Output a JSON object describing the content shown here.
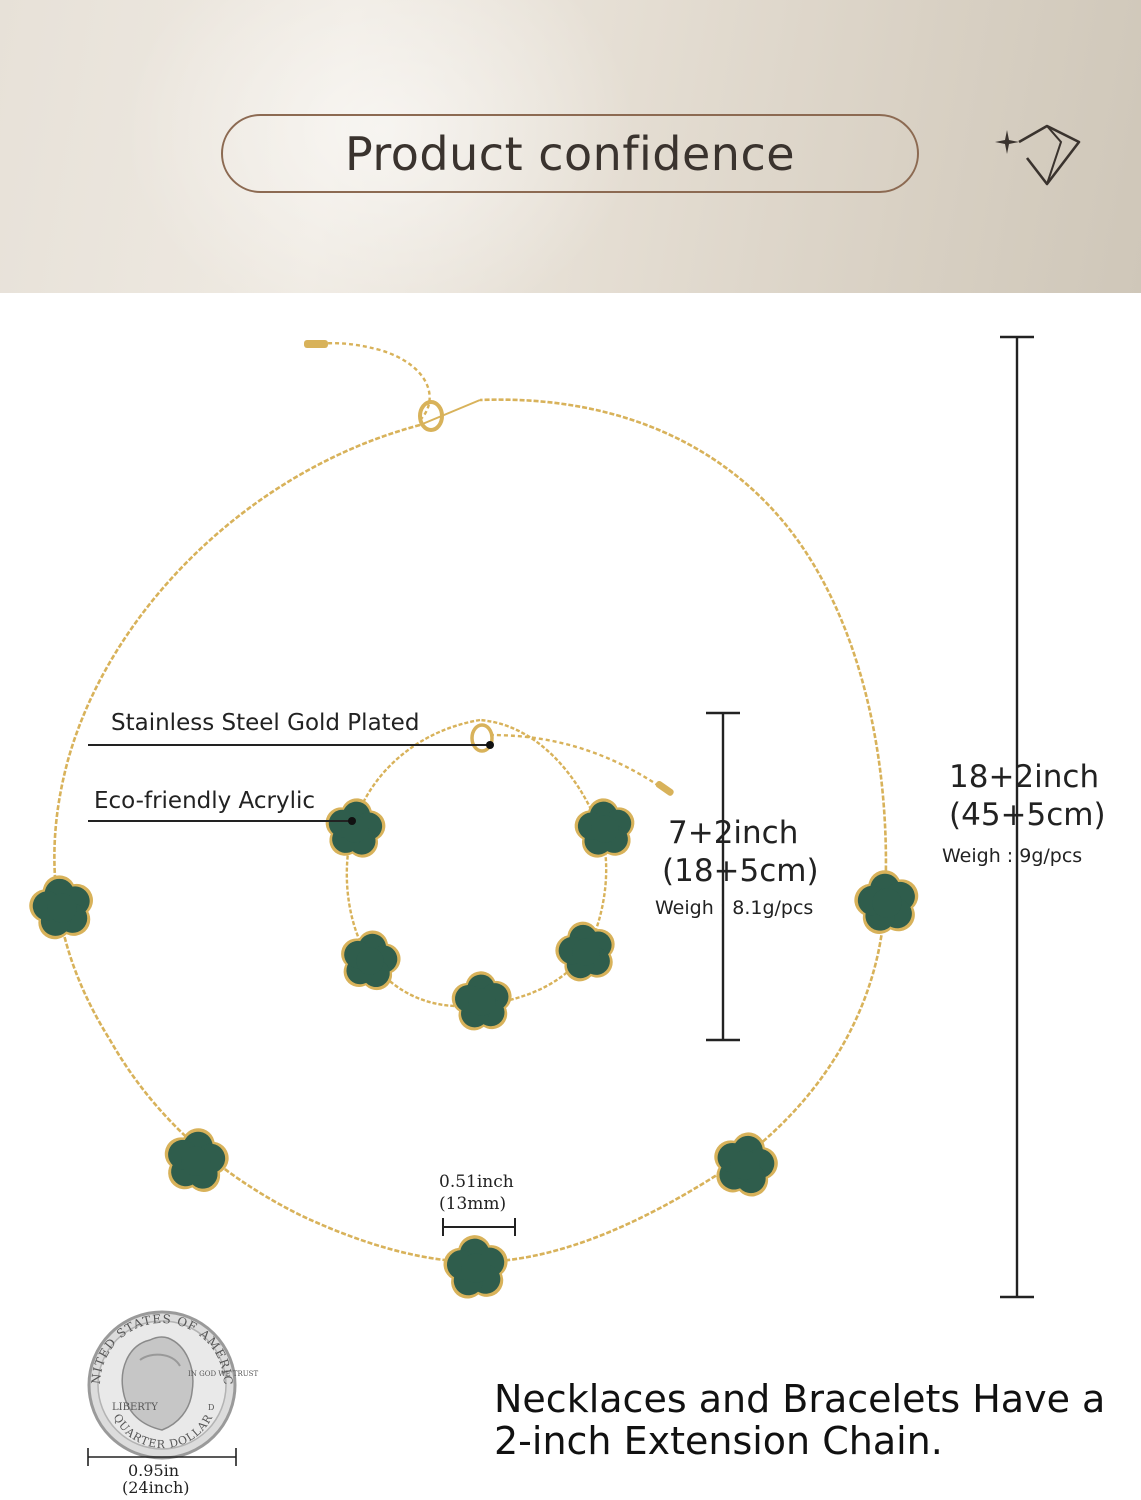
{
  "header": {
    "title": "Product confidence",
    "icon": "diamond-sparkle-icon"
  },
  "callouts": {
    "material_chain": "Stainless Steel Gold Plated",
    "material_charm": "Eco-friendly Acrylic"
  },
  "bracelet": {
    "length_in": "7+2inch",
    "length_cm": "(18+5cm)",
    "weight": "Weigh : 8.1g/pcs"
  },
  "necklace": {
    "length_in": "18+2inch",
    "length_cm": "(45+5cm)",
    "weight": "Weigh : 9g/pcs"
  },
  "charm_size": {
    "inch": "0.51inch",
    "mm": "(13mm)"
  },
  "coin": {
    "ring_text": "UNITED STATES OF AMERICA",
    "liberty": "LIBERTY",
    "motto": "IN GOD WE TRUST",
    "denomination": "QUARTER DOLLAR",
    "mint": "D",
    "size_in": "0.95in",
    "size_inch": "(24inch)"
  },
  "note": {
    "line1": "Necklaces and Bracelets Have a",
    "line2": "2-inch Extension Chain."
  },
  "colors": {
    "gold": "#d8b25a",
    "malachite": "#2f5d4c",
    "stripe": "#1d3a30",
    "pill_border": "#8c6a52"
  }
}
